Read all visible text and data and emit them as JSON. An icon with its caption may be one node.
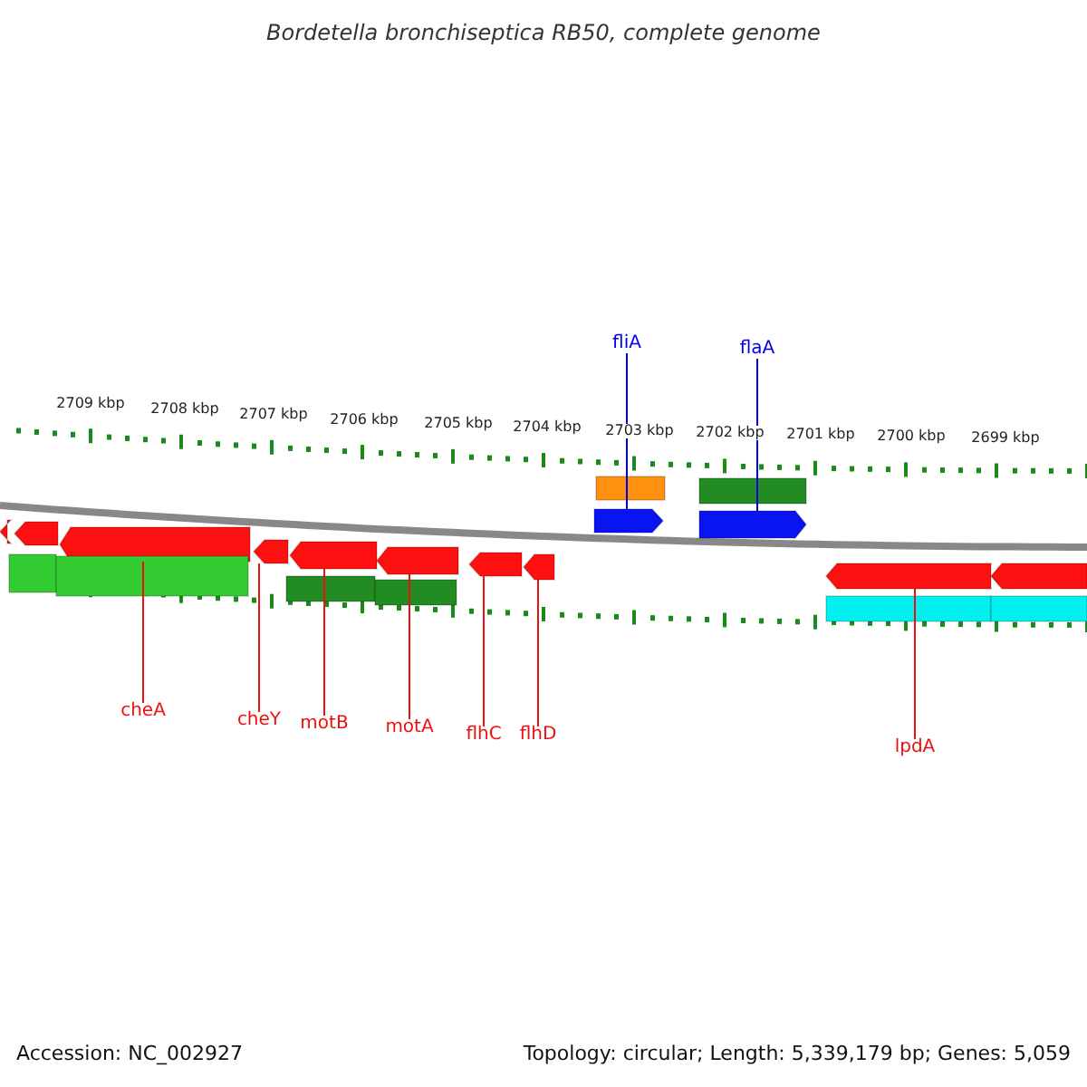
{
  "diagram": {
    "title": "Bordetella bronchiseptica RB50, complete genome",
    "nodes": [
      {
        "text": [
          "fliA"
        ]
      },
      {
        "text": [],
        "shape": "bar"
      },
      {
        "text": [
          "flaA"
        ]
      },
      {
        "text": [],
        "shape": "bar"
      },
      {
        "text": [
          "cheA"
        ]
      },
      {
        "text": [],
        "shape": "bar"
      },
      {
        "text": [
          "cheY"
        ]
      },
      {
        "text": [],
        "shape": "bar"
      },
      {
        "text": [
          "motB"
        ]
      },
      {
        "text": [],
        "shape": "bar"
      },
      {
        "text": [
          "motA"
        ]
      },
      {
        "text": [],
        "shape": "bar"
      },
      {
        "text": [
          "flhC"
        ]
      },
      {
        "text": [],
        "shape": "bar"
      },
      {
        "text": [
          "flhD"
        ]
      },
      {
        "text": [],
        "shape": "bar"
      },
      {
        "text": [
          "lpdA"
        ]
      },
      {
        "text": [],
        "shape": "bar"
      },
      {
        "text": [],
        "shape": "bar"
      },
      {
        "text": [],
        "shape": "bar"
      },
      {
        "text": [],
        "shape": "bar"
      },
      {
        "text": [],
        "shape": "bar"
      },
      {
        "text": [],
        "shape": "bar"
      },
      {
        "text": [],
        "shape": "bar"
      },
      {
        "text": [],
        "shape": "bar"
      },
      {
        "text": [],
        "shape": "bar"
      },
      {
        "text": [],
        "shape": "bar"
      },
      {
        "text": [],
        "shape": "bar"
      },
      {
        "text": [],
        "shape": "bar"
      }
    ],
    "edges": [
      {
        "from": 0,
        "to": 1,
        "arrow": "none",
        "color": "#0000ee"
      },
      {
        "from": 2,
        "to": 3,
        "arrow": "none",
        "color": "#0000ee"
      },
      {
        "from": 4,
        "to": 5,
        "arrow": "none"
      },
      {
        "from": 6,
        "to": 7,
        "arrow": "none"
      },
      {
        "from": 8,
        "to": 9,
        "arrow": "none"
      },
      {
        "from": 10,
        "to": 11,
        "arrow": "none"
      },
      {
        "from": 12,
        "to": 13,
        "arrow": "none"
      },
      {
        "from": 14,
        "to": 15,
        "arrow": "none"
      },
      {
        "from": 16,
        "to": 17,
        "arrow": "none"
      }
    ],
    "labels": [
      "2709 kbp",
      "2708 kbp",
      "2707 kbp",
      "2706 kbp",
      "2705 kbp",
      "2704 kbp",
      "2703 kbp",
      "2702 kbp",
      "2701 kbp",
      "2700 kbp",
      "2699 kbp",
      "Accession: NC_002927",
      "Topology: circular; Length: 5,339,179 bp; Genes: 5,059"
    ]
  }
}
